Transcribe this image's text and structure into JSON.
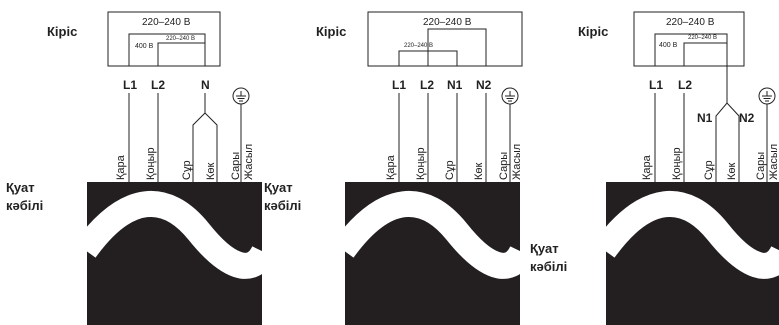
{
  "input_label": "Кіріс",
  "power_cable_label": [
    "Қуат",
    "кәбілі"
  ],
  "voltage_main": "220–240 В",
  "voltage_400": "400 В",
  "voltage_sub": "220–240 В",
  "terminals": {
    "l1": "L1",
    "l2": "L2",
    "n": "N",
    "n1": "N1",
    "n2": "N2"
  },
  "wire_colors": [
    "Қара",
    "Қоңыр",
    "Сұр",
    "Көк",
    "Сары",
    "Жасыл"
  ],
  "panels": [
    {
      "id": "panel-1",
      "variant": "single-neutral"
    },
    {
      "id": "panel-2",
      "variant": "two-neutrals"
    },
    {
      "id": "panel-3",
      "variant": "split-neutral"
    }
  ]
}
